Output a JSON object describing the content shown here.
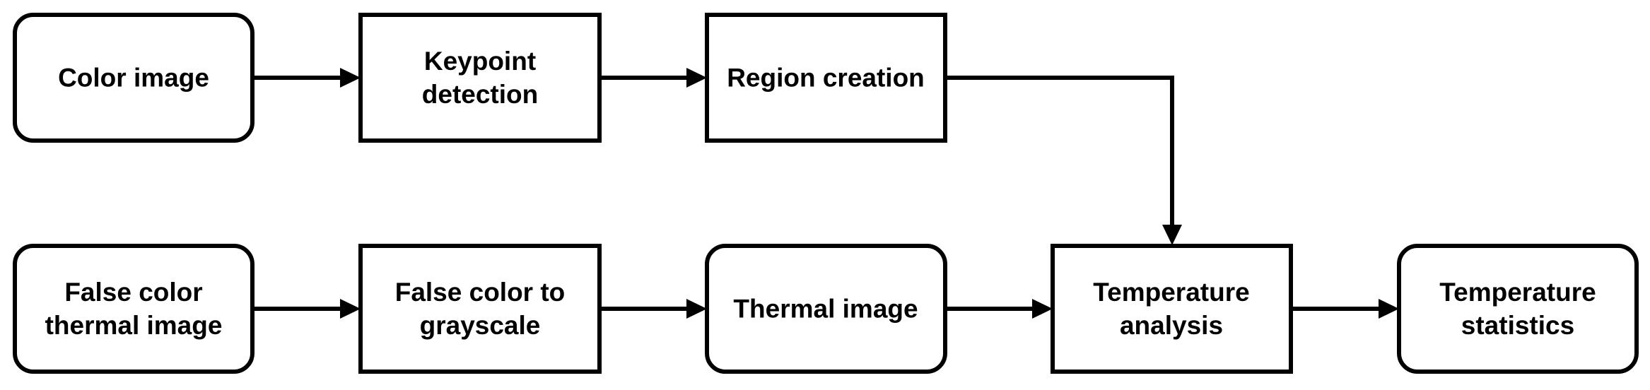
{
  "nodes": {
    "color_image": {
      "lines": [
        "Color image"
      ],
      "shape": "rounded"
    },
    "keypoint_detection": {
      "lines": [
        "Keypoint",
        "detection"
      ],
      "shape": "rect"
    },
    "region_creation": {
      "lines": [
        "Region creation"
      ],
      "shape": "rect"
    },
    "false_color_thermal_image": {
      "lines": [
        "False color",
        "thermal image"
      ],
      "shape": "rounded"
    },
    "false_color_to_grayscale": {
      "lines": [
        "False color to",
        "grayscale"
      ],
      "shape": "rect"
    },
    "thermal_image": {
      "lines": [
        "Thermal image"
      ],
      "shape": "rounded"
    },
    "temperature_analysis": {
      "lines": [
        "Temperature",
        "analysis"
      ],
      "shape": "rect"
    },
    "temperature_statistics": {
      "lines": [
        "Temperature",
        "statistics"
      ],
      "shape": "rounded"
    }
  },
  "edges": [
    {
      "from": "color_image",
      "to": "keypoint_detection"
    },
    {
      "from": "keypoint_detection",
      "to": "region_creation"
    },
    {
      "from": "region_creation",
      "to": "temperature_analysis"
    },
    {
      "from": "false_color_thermal_image",
      "to": "false_color_to_grayscale"
    },
    {
      "from": "false_color_to_grayscale",
      "to": "thermal_image"
    },
    {
      "from": "thermal_image",
      "to": "temperature_analysis"
    },
    {
      "from": "temperature_analysis",
      "to": "temperature_statistics"
    }
  ],
  "colors": {
    "stroke": "#000000",
    "fill": "#ffffff",
    "text": "#000000"
  }
}
